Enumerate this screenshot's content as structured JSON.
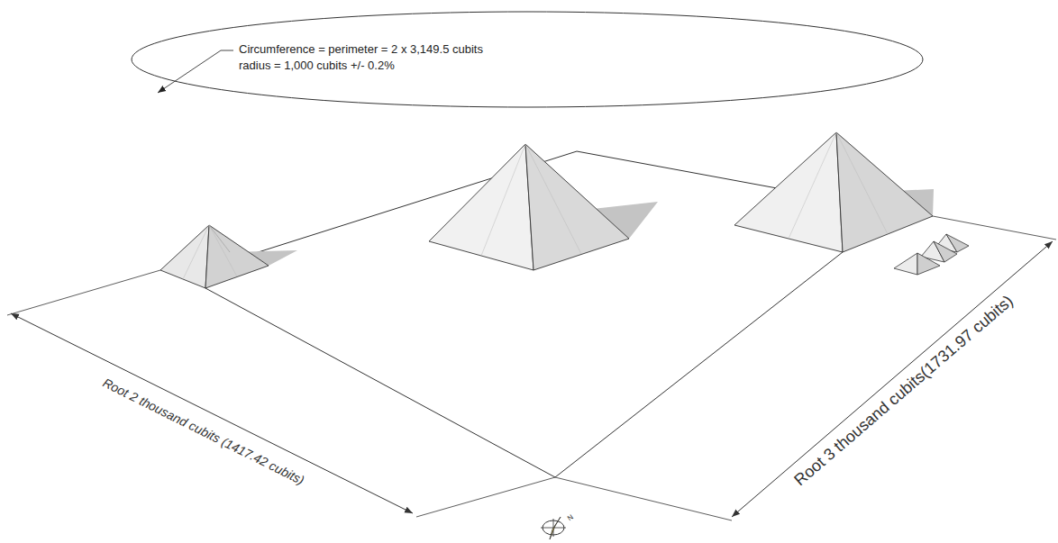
{
  "diagram": {
    "nodes": [
      {
        "text": [
          "Circumference = perimeter = 2 x 3,149.5 cubits",
          "radius = 1,000 cubits +/- 0.2%"
        ]
      }
    ],
    "edges": [],
    "labels": [
      "Root 2 thousand cubits (1417.42 cubits)",
      "Root 3 thousand cubits(1731.97 cubits)",
      "N"
    ]
  }
}
